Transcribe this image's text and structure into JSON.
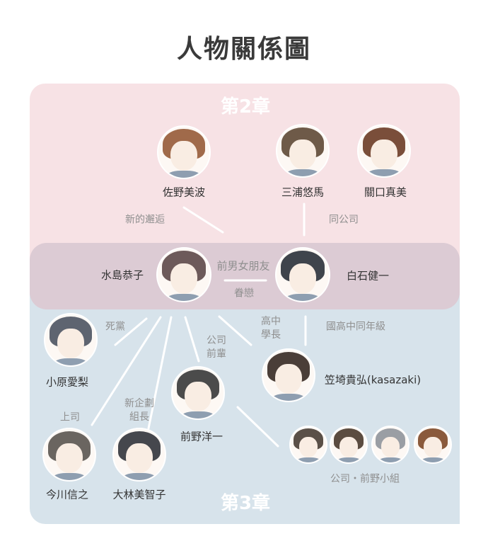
{
  "title": "人物關係圖",
  "chapters": {
    "top": "第2章",
    "bottom": "第3章"
  },
  "colors": {
    "chapter2_bg": "#f7e2e5",
    "main_band_bg": "#dccbd4",
    "chapter3_bg": "#d7e3eb",
    "line": "#ffffff"
  },
  "characters": {
    "sano": {
      "name": "佐野美波",
      "hair": "#a06a4a"
    },
    "miura": {
      "name": "三浦悠馬",
      "hair": "#6e5a48"
    },
    "sekiguchi": {
      "name": "關口真美",
      "hair": "#7a4e3a"
    },
    "mizushima": {
      "name": "水島恭子",
      "hair": "#6d5a5a"
    },
    "shiraishi": {
      "name": "白石健一",
      "hair": "#3f444c"
    },
    "ohara": {
      "name": "小原愛梨",
      "hair": "#5e6470"
    },
    "kasazaki": {
      "name": "笠埼貴弘(kasazaki)",
      "hair": "#4a3e38"
    },
    "maeno": {
      "name": "前野洋一",
      "hair": "#4b4b4b"
    },
    "imagawa": {
      "name": "今川信之",
      "hair": "#6a6560"
    },
    "obayashi": {
      "name": "大林美智子",
      "hair": "#45474d"
    }
  },
  "group": {
    "label": "公司・前野小組",
    "hairs": [
      "#5a5048",
      "#5b4c40",
      "#9a9ea4",
      "#8a5a3c"
    ]
  },
  "relations": {
    "new_encounter": "新的邂逅",
    "same_company": "同公司",
    "ex_partners": "前男女朋友",
    "longing": "眷戀",
    "best_friend": "死黨",
    "boss": "上司",
    "new_project_leader": [
      "新企劃",
      "組長"
    ],
    "senior_colleague": [
      "公司",
      "前輩"
    ],
    "high_school_senior": [
      "高中",
      "學長"
    ],
    "classmate": "國高中同年級"
  }
}
